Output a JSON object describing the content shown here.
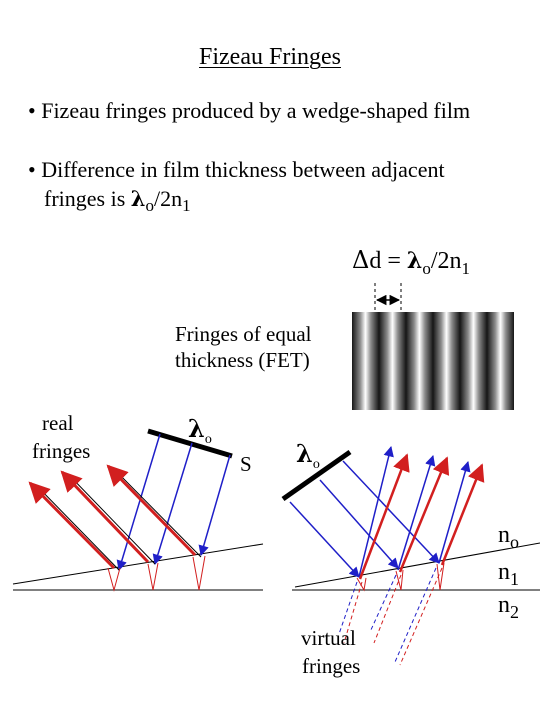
{
  "title": "Fizeau Fringes",
  "bullets": {
    "b1_text": "Fizeau fringes produced by a wedge-shaped film",
    "b2_line1": "Difference in film thickness between adjacent",
    "b2_line2_prefix": "fringes is ",
    "b2_formula_sym": "λ",
    "b2_formula_sub": "o",
    "b2_formula_rest": "/2n",
    "b2_formula_sub2": "1"
  },
  "delta": {
    "sym": "Δ",
    "d_eq": "d = ",
    "lambda": "λ",
    "sub_o": "o",
    "rest": "/2n",
    "sub_1": "1"
  },
  "fet": {
    "line1": "Fringes of equal",
    "line2": "thickness (FET)"
  },
  "left": {
    "real1": "real",
    "real2": "fringes",
    "lambda": "λ",
    "sub": "o",
    "S": "S"
  },
  "right": {
    "lambda": "λ",
    "sub": "o",
    "n0": "n",
    "n0_sub": "o",
    "n1": "n",
    "n1_sub": "1",
    "n2": "n",
    "n2_sub": "2",
    "virtual1": "virtual",
    "virtual2": "fringes"
  },
  "colors": {
    "incident": "#1f1fc8",
    "reflected": "#d21f1f",
    "line": "#000000"
  }
}
